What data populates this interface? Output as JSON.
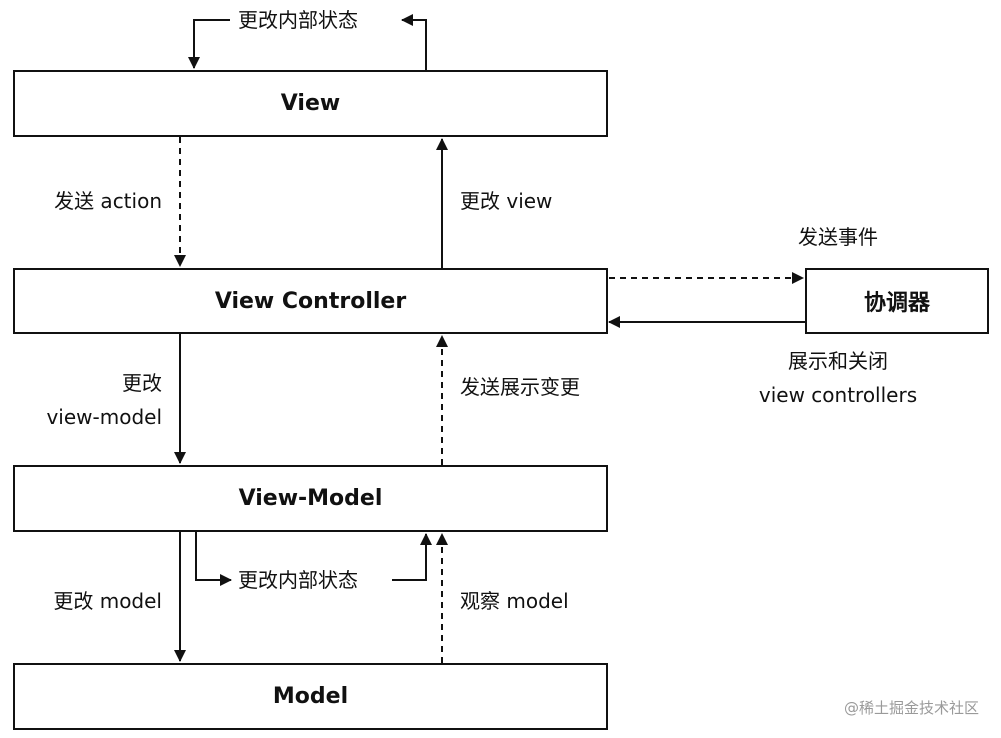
{
  "nodes": {
    "view": "View",
    "view_controller": "View Controller",
    "view_model": "View-Model",
    "model": "Model",
    "coordinator": "协调器"
  },
  "edges": {
    "view_self_update": "更改内部状态",
    "send_action": "发送 action",
    "update_view": "更改 view",
    "update_view_model_line1": "更改",
    "update_view_model_line2": "view-model",
    "send_presentation_change": "发送展示变更",
    "vm_self_update": "更改内部状态",
    "update_model": "更改 model",
    "observe_model": "观察 model",
    "send_event": "发送事件",
    "present_dismiss_line1": "展示和关闭",
    "present_dismiss_line2": "view controllers"
  },
  "watermark": "@稀土掘金技术社区",
  "colors": {
    "stroke": "#111111",
    "text": "#111111",
    "watermark": "#9a9a9a",
    "background": "#ffffff"
  }
}
